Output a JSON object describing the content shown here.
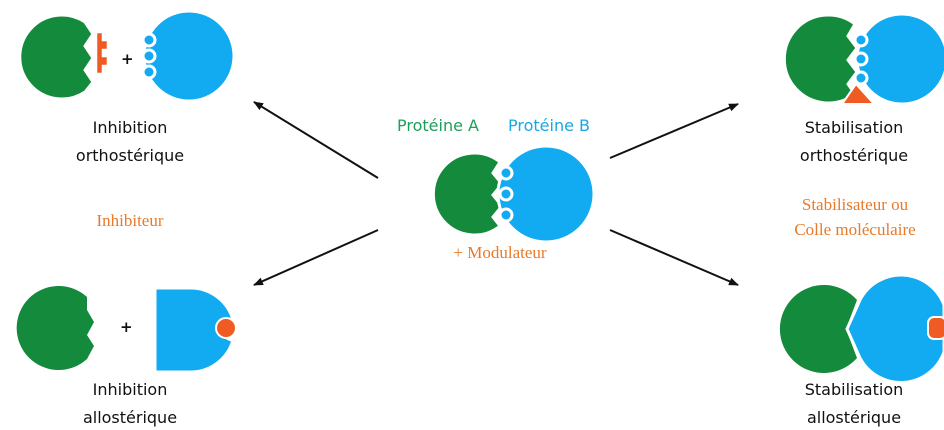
{
  "colors": {
    "protein_a": "#138a3c",
    "protein_b": "#12aaf0",
    "modulator": "#f05a23",
    "label_orange": "#e87a2a",
    "label_green": "#1da05a",
    "label_blue": "#1aa7e6"
  },
  "center": {
    "protein_a_label": "Protéine A",
    "protein_b_label": "Protéine B",
    "modulator_label": "+ Modulateur"
  },
  "left": {
    "orthosteric": {
      "line1": "Inhibition",
      "line2": "orthostérique",
      "plus": "+"
    },
    "category": "Inhibiteur",
    "allosteric": {
      "line1": "Inhibition",
      "line2": "allostérique",
      "plus": "+"
    }
  },
  "right": {
    "orthosteric": {
      "line1": "Stabilisation",
      "line2": "orthostérique"
    },
    "category_line1": "Stabilisateur ou",
    "category_line2": "Colle moléculaire",
    "allosteric": {
      "line1": "Stabilisation",
      "line2": "allostérique"
    }
  }
}
